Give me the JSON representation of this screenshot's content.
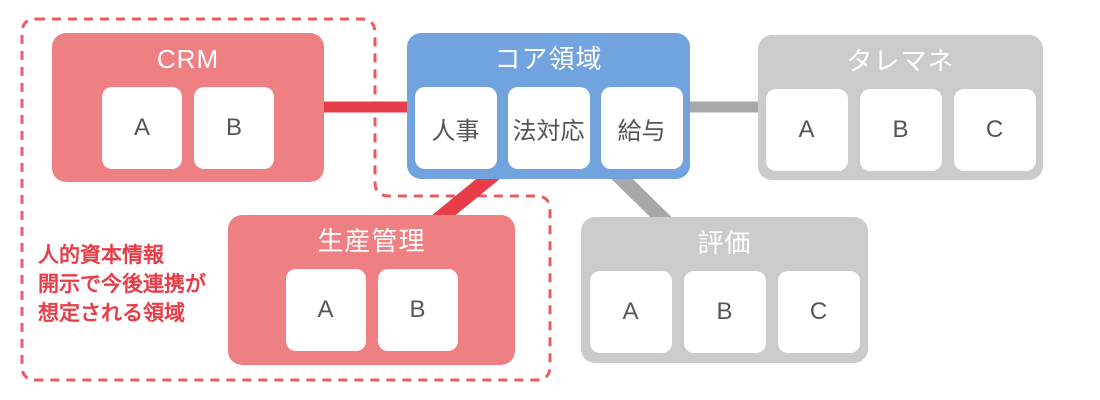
{
  "diagram": {
    "groups": {
      "crm": {
        "title": "CRM",
        "items": [
          "A",
          "B"
        ]
      },
      "core": {
        "title": "コア領域",
        "items": [
          "人事",
          "法対応",
          "給与"
        ]
      },
      "talent": {
        "title": "タレマネ",
        "items": [
          "A",
          "B",
          "C"
        ]
      },
      "production": {
        "title": "生産管理",
        "items": [
          "A",
          "B"
        ]
      },
      "evaluation": {
        "title": "評価",
        "items": [
          "A",
          "B",
          "C"
        ]
      }
    },
    "annotation": {
      "line1": "人的資本情報",
      "line2": "開示で今後連携が",
      "line3": "想定される領域"
    },
    "colors": {
      "pink_box": "#ee7f82",
      "blue_box": "#71a3de",
      "gray_box": "#cbcbcd",
      "red_connector": "#e63d49",
      "gray_connector": "#a8a8ab",
      "dashed_border": "#e95b63",
      "annotation_text": "#e63d49",
      "item_text": "#54545a",
      "title_text": "#ffffff",
      "background": "#ffffff"
    }
  }
}
